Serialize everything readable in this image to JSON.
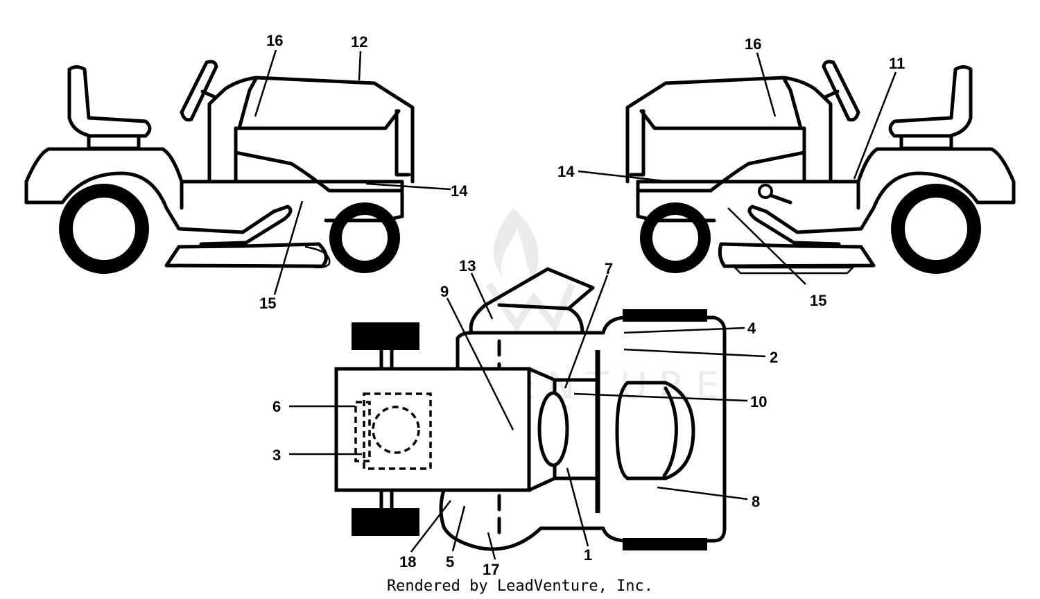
{
  "diagram": {
    "callouts": {
      "left_16": "16",
      "left_12": "12",
      "left_14": "14",
      "left_15": "15",
      "right_16": "16",
      "right_11": "11",
      "right_14": "14",
      "right_15": "15",
      "top_13": "13",
      "top_9": "9",
      "top_7": "7",
      "top_4": "4",
      "top_2": "2",
      "top_10": "10",
      "top_6": "6",
      "top_3": "3",
      "top_8": "8",
      "top_18": "18",
      "top_5": "5",
      "top_17": "17",
      "top_1": "1"
    },
    "watermark": "LEADVENTURE",
    "footer": "Rendered by LeadVenture, Inc."
  }
}
